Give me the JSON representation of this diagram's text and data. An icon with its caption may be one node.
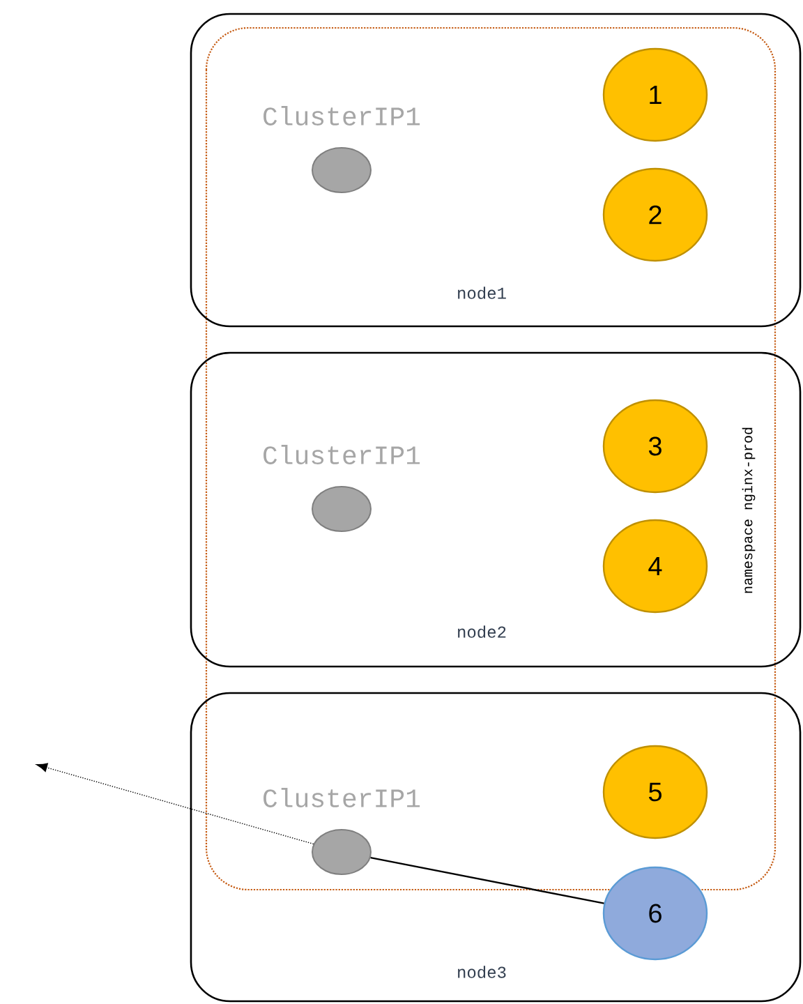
{
  "diagram": {
    "nodes": [
      {
        "text": [
          "node1"
        ]
      },
      {
        "text": [],
        "shape": "circle",
        "in": 0,
        "beside": [
          "ClusterIP1"
        ]
      },
      {
        "text": [
          "1"
        ],
        "in": 0
      },
      {
        "text": [
          "2"
        ],
        "in": 0
      },
      {
        "text": [
          "node2"
        ]
      },
      {
        "text": [],
        "shape": "circle",
        "in": 4,
        "beside": [
          "ClusterIP1"
        ]
      },
      {
        "text": [
          "3"
        ],
        "in": 4
      },
      {
        "text": [
          "4"
        ],
        "in": 4
      },
      {
        "text": [
          "node3"
        ]
      },
      {
        "text": [],
        "shape": "circle",
        "in": 8,
        "beside": [
          "ClusterIP1"
        ]
      },
      {
        "text": [
          "5"
        ],
        "in": 8
      },
      {
        "text": [
          "6"
        ],
        "in": 8
      }
    ],
    "edges": [
      {
        "from": 11,
        "to": 9,
        "arrow": "none"
      },
      {
        "from": 9,
        "to": null,
        "arrow": "to",
        "style": "dashed"
      }
    ],
    "labels": [
      "namespace nginx-prod"
    ]
  }
}
